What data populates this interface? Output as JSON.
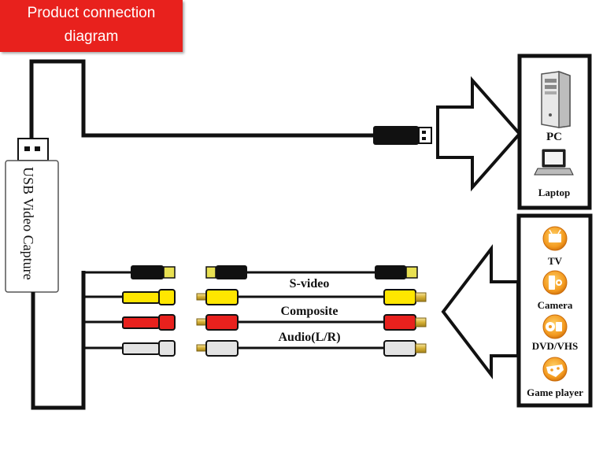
{
  "title_line1": "Product connection",
  "title_line2": "diagram",
  "device_label": "USB Video Capture",
  "outputs": {
    "pc": "PC",
    "laptop": "Laptop"
  },
  "inputs": {
    "tv": "TV",
    "camera": "Camera",
    "dvd": "DVD/VHS",
    "game": "Game player"
  },
  "cables": {
    "svideo": "S-video",
    "composite": "Composite",
    "audio": "Audio(L/R)"
  },
  "colors": {
    "title_bg": "#e8211d",
    "yellow": "#ffe600",
    "red": "#e8211d",
    "white_plug": "#d9d9d9",
    "black_plug": "#111111",
    "gold": "#e2c24a",
    "icon_orange": "#f39a1f"
  }
}
